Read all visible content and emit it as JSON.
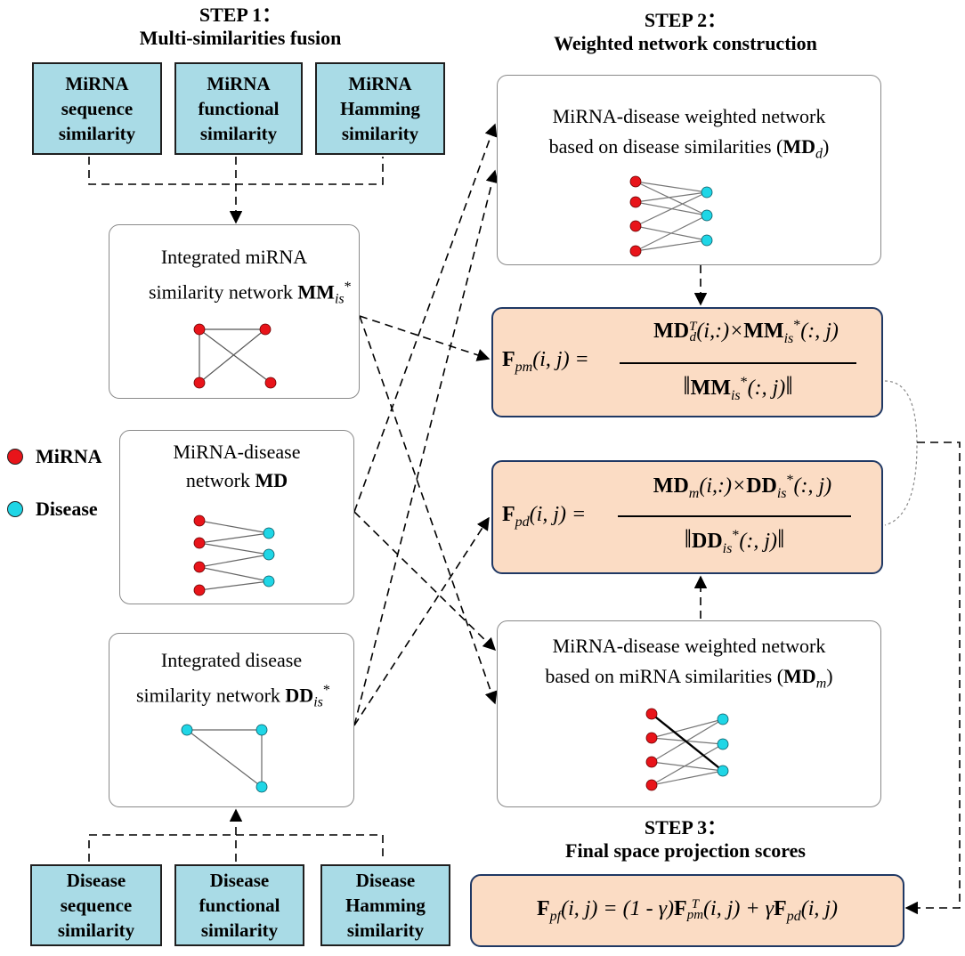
{
  "step1": {
    "title": "STEP 1：",
    "subtitle": "Multi-similarities fusion"
  },
  "step2": {
    "title": "STEP 2：",
    "subtitle": "Weighted network construction"
  },
  "step3": {
    "title": "STEP 3：",
    "subtitle": "Final space projection scores"
  },
  "mirna_sources": [
    {
      "lines": [
        "MiRNA",
        "sequence",
        "similarity"
      ]
    },
    {
      "lines": [
        "MiRNA",
        "functional",
        "similarity"
      ]
    },
    {
      "lines": [
        "MiRNA",
        "Hamming",
        "similarity"
      ]
    }
  ],
  "disease_sources": [
    {
      "lines": [
        "Disease",
        "sequence",
        "similarity"
      ]
    },
    {
      "lines": [
        "Disease",
        "functional",
        "similarity"
      ]
    },
    {
      "lines": [
        "Disease",
        "Hamming",
        "similarity"
      ]
    }
  ],
  "mm_box": {
    "line1": "Integrated miRNA",
    "line2": "similarity network",
    "symbol": "MM",
    "sub": "is",
    "sup": "*"
  },
  "md_box": {
    "line1": "MiRNA-disease",
    "line2": "network",
    "symbol": "MD"
  },
  "dd_box": {
    "line1": "Integrated disease",
    "line2": "similarity network",
    "symbol": "DD",
    "sub": "is",
    "sup": "*"
  },
  "mdd_box": {
    "line1": "MiRNA-disease weighted network",
    "line2": "based on disease similarities (",
    "symbol": "MD",
    "sub": "d",
    "close": ")"
  },
  "mdm_box": {
    "line1": "MiRNA-disease weighted network",
    "line2": "based on miRNA similarities (",
    "symbol": "MD",
    "sub": "m",
    "close": ")"
  },
  "legend": [
    {
      "label": "MiRNA",
      "color": "#e8141a"
    },
    {
      "label": "Disease",
      "color": "#1fd6e6"
    }
  ],
  "formulas": {
    "fpm": {
      "lhs_symbol": "F",
      "lhs_sub": "pm",
      "lhs_args": "(i, j) =",
      "num": "MD",
      "num_sub": "d",
      "num_sup": "T",
      "num_args1": "(i,:)×",
      "num_mid": "MM",
      "num_mid_sub": "is",
      "num_mid_sup": "*",
      "num_args2": "(:, j)",
      "den": "MM",
      "den_sub": "is",
      "den_sup": "*",
      "den_args": "(:, j)"
    },
    "fpd": {
      "lhs_symbol": "F",
      "lhs_sub": "pd",
      "lhs_args": "(i, j) =",
      "num": "MD",
      "num_sub": "m",
      "num_args1": "(i,:)×",
      "num_mid": "DD",
      "num_mid_sub": "is",
      "num_mid_sup": "*",
      "num_args2": "(:, j)",
      "den": "DD",
      "den_sub": "is",
      "den_sup": "*",
      "den_args": "(:, j)"
    },
    "fpf": {
      "lhs_symbol": "F",
      "lhs_sub": "pf",
      "lhs_args": "(i, j) = (1 - γ)",
      "t1": "F",
      "t1_sub": "pm",
      "t1_sup": "T",
      "t1_args": "(i, j) + γ",
      "t2": "F",
      "t2_sub": "pd",
      "t2_args": "(i, j)"
    }
  },
  "colors": {
    "blue_box": "#a9dbe6",
    "formula_fill": "#fbdcc4",
    "formula_border": "#1f3864",
    "mirna": "#e8141a",
    "disease": "#1fd6e6"
  }
}
